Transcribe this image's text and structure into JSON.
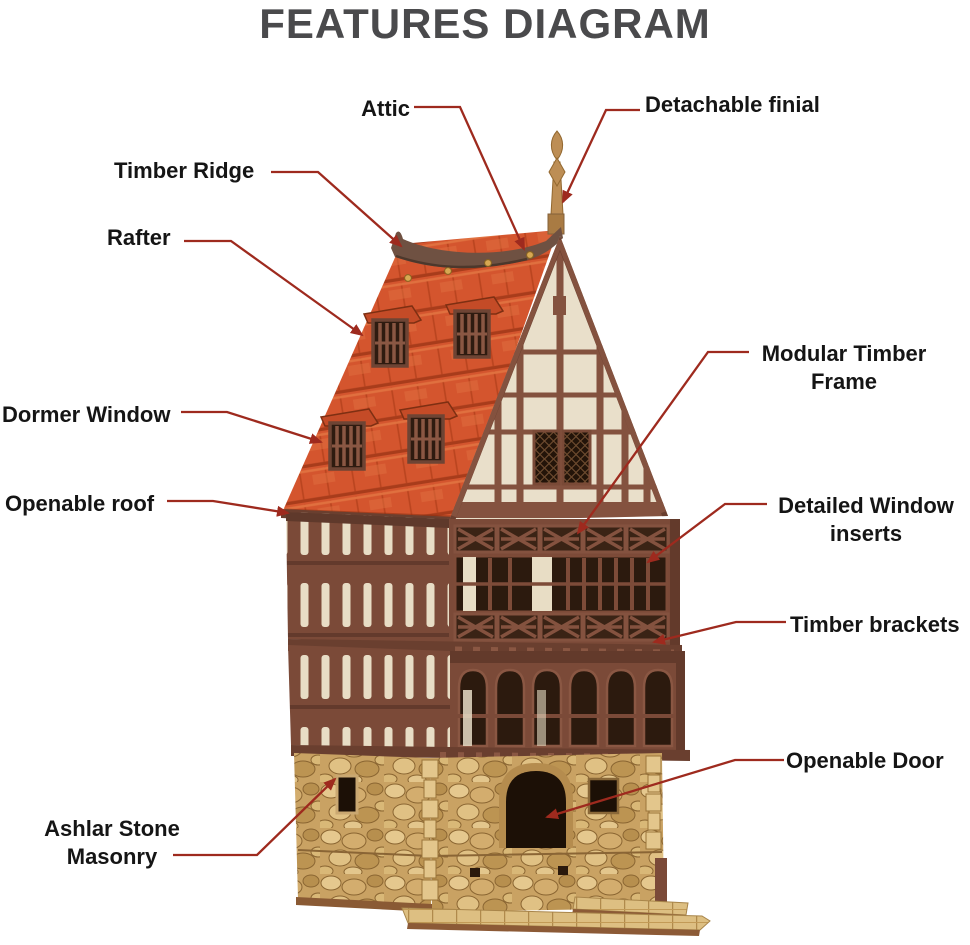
{
  "title": "FEATURES DIAGRAM",
  "labels": [
    {
      "id": "attic",
      "text": "Attic"
    },
    {
      "id": "detachable-finial",
      "text": "Detachable finial"
    },
    {
      "id": "timber-ridge",
      "text": "Timber Ridge"
    },
    {
      "id": "rafter",
      "text": "Rafter"
    },
    {
      "id": "dormer-window",
      "text": "Dormer Window"
    },
    {
      "id": "openable-roof",
      "text": "Openable roof"
    },
    {
      "id": "modular-timber-frame",
      "text": "Modular Timber Frame"
    },
    {
      "id": "detailed-window-inserts",
      "text": "Detailed Window inserts"
    },
    {
      "id": "timber-brackets",
      "text": "Timber brackets"
    },
    {
      "id": "openable-door",
      "text": "Openable Door"
    },
    {
      "id": "ashlar-stone-masonry",
      "text": "Ashlar Stone Masonry"
    }
  ],
  "colors": {
    "title_text": "#4a4a4c",
    "label_text": "#151515",
    "arrow": "#9e2a1e",
    "roof_tile": "#d4552e",
    "roof_tile_dark": "#a83c1b",
    "roof_tile_light": "#e0703f",
    "ridge": "#6f5142",
    "finial": "#bd8e55",
    "timber": "#7b4a38",
    "timber_dark": "#633a2b",
    "infill_cream": "#e9dfca",
    "window_dark": "#2c1a0e",
    "stone": "#c9a263",
    "stone_light": "#e3c68c",
    "walkway": "#ddbf82",
    "walkway_edge": "#8c5a36"
  }
}
